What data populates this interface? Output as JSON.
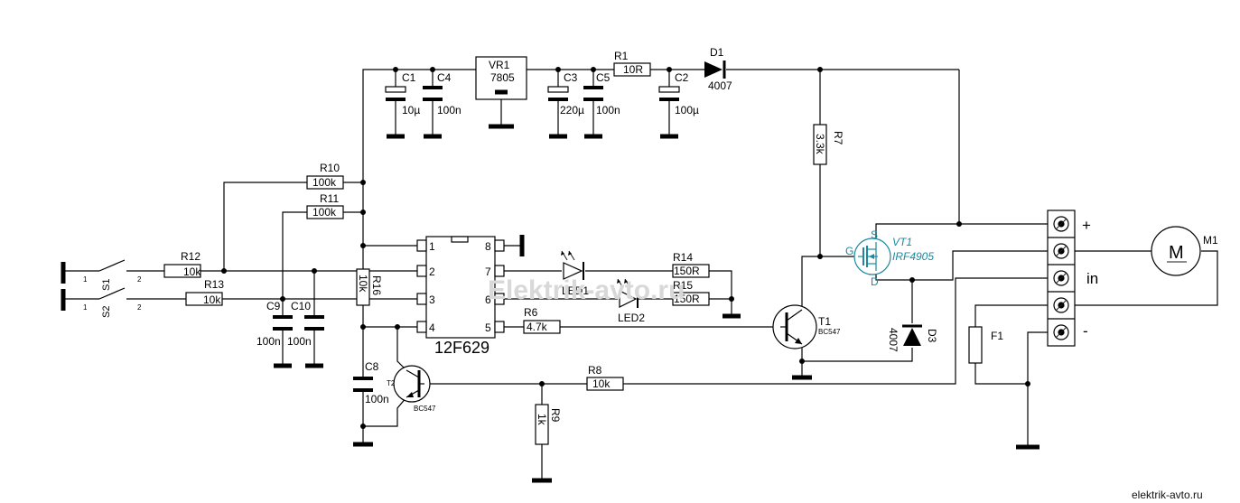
{
  "components": {
    "vr1": {
      "ref": "VR1",
      "value": "7805"
    },
    "c1": {
      "ref": "C1",
      "value": "10µ"
    },
    "c4": {
      "ref": "C4",
      "value": "100n"
    },
    "c3": {
      "ref": "C3",
      "value": "220µ"
    },
    "c5": {
      "ref": "C5",
      "value": "100n"
    },
    "r1": {
      "ref": "R1",
      "value": "10R"
    },
    "c2": {
      "ref": "C2",
      "value": "100µ"
    },
    "d1": {
      "ref": "D1",
      "value": "4007"
    },
    "r7": {
      "ref": "R7",
      "value": "3.3k"
    },
    "r10": {
      "ref": "R10",
      "value": "100k"
    },
    "r11": {
      "ref": "R11",
      "value": "100k"
    },
    "r12": {
      "ref": "R12",
      "value": "10k"
    },
    "r13": {
      "ref": "R13",
      "value": "10k"
    },
    "r16": {
      "ref": "R16",
      "value": "10k"
    },
    "c9": {
      "ref": "C9",
      "value": "100n"
    },
    "c10": {
      "ref": "C10",
      "value": "100n"
    },
    "c8": {
      "ref": "C8",
      "value": "100n"
    },
    "s1": {
      "ref": "S1"
    },
    "s2": {
      "ref": "S2"
    },
    "u1": {
      "ref": "12F629",
      "pins": [
        "1",
        "2",
        "3",
        "4",
        "5",
        "6",
        "7",
        "8"
      ]
    },
    "led1": {
      "ref": "LED1"
    },
    "led2": {
      "ref": "LED2"
    },
    "r14": {
      "ref": "R14",
      "value": "150R"
    },
    "r15": {
      "ref": "R15",
      "value": "150R"
    },
    "r6": {
      "ref": "R6",
      "value": "4.7k"
    },
    "t1": {
      "ref": "T1",
      "value": "BC547"
    },
    "t2": {
      "ref": "T2",
      "value": "BC547"
    },
    "vt1": {
      "ref": "VT1",
      "value": "IRF4905",
      "g": "G",
      "s": "S",
      "d": "D"
    },
    "d3": {
      "ref": "D3",
      "value": "4007"
    },
    "r8": {
      "ref": "R8",
      "value": "10k"
    },
    "r9": {
      "ref": "R9",
      "value": "1k"
    },
    "f1": {
      "ref": "F1"
    },
    "m1": {
      "ref": "M1",
      "symbol": "M"
    }
  },
  "terminals": {
    "plus": "+",
    "in": "in",
    "minus": "-"
  },
  "switch_pins": {
    "one": "1",
    "two": "2"
  },
  "watermark": "Elektrik-avto.ru",
  "site_url": "elektrik-avto.ru"
}
